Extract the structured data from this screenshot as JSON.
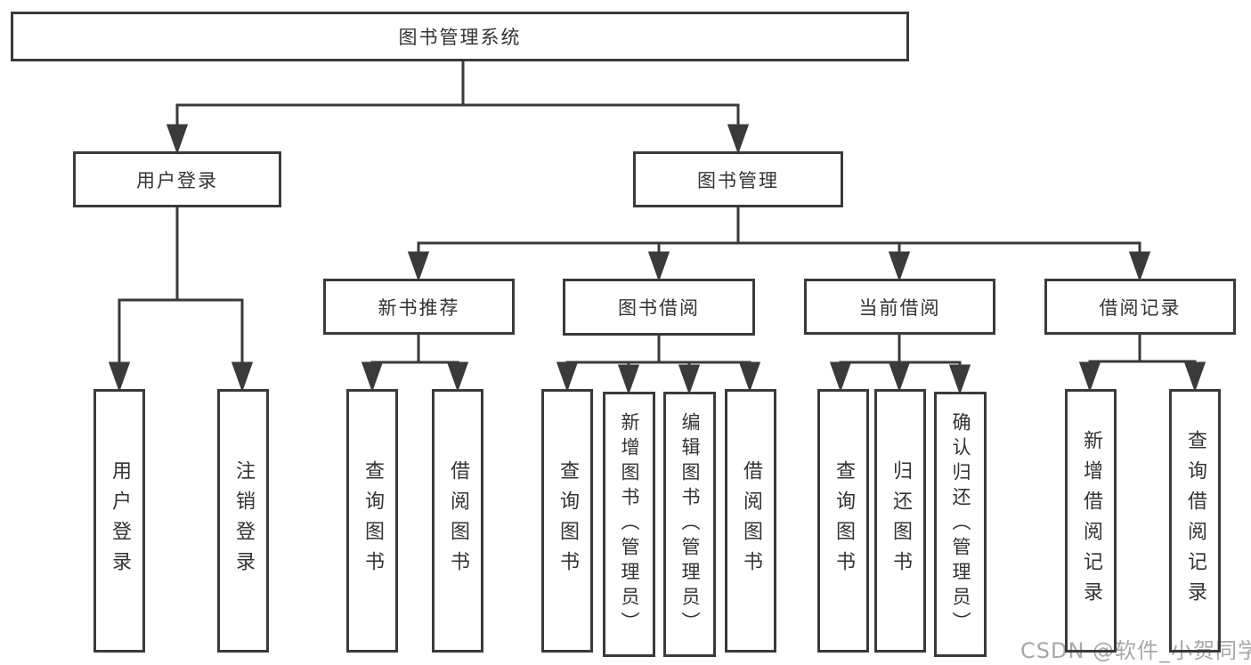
{
  "diagram": {
    "root": {
      "label": "图书管理系统"
    },
    "branches": [
      {
        "label": "用户登录",
        "children": [
          {
            "label": "用户登录"
          },
          {
            "label": "注销登录"
          }
        ]
      },
      {
        "label": "图书管理",
        "children": [
          {
            "label": "新书推荐",
            "children": [
              {
                "label": "查询图书"
              },
              {
                "label": "借阅图书"
              }
            ]
          },
          {
            "label": "图书借阅",
            "children": [
              {
                "label": "查询图书"
              },
              {
                "label": "新增图书（管理员）"
              },
              {
                "label": "编辑图书（管理员）"
              },
              {
                "label": "借阅图书"
              }
            ]
          },
          {
            "label": "当前借阅",
            "children": [
              {
                "label": "查询图书"
              },
              {
                "label": "归还图书"
              },
              {
                "label": "确认归还（管理员）"
              }
            ]
          },
          {
            "label": "借阅记录",
            "children": [
              {
                "label": "新增借阅记录"
              },
              {
                "label": "查询借阅记录"
              }
            ]
          }
        ]
      }
    ]
  },
  "watermark": "CSDN @软件_小贺同学",
  "colors": {
    "line": "#3a3a3a",
    "border": "#3a3a3a",
    "text": "#333333",
    "watermark": "#a8a8a8",
    "background": "#ffffff"
  }
}
